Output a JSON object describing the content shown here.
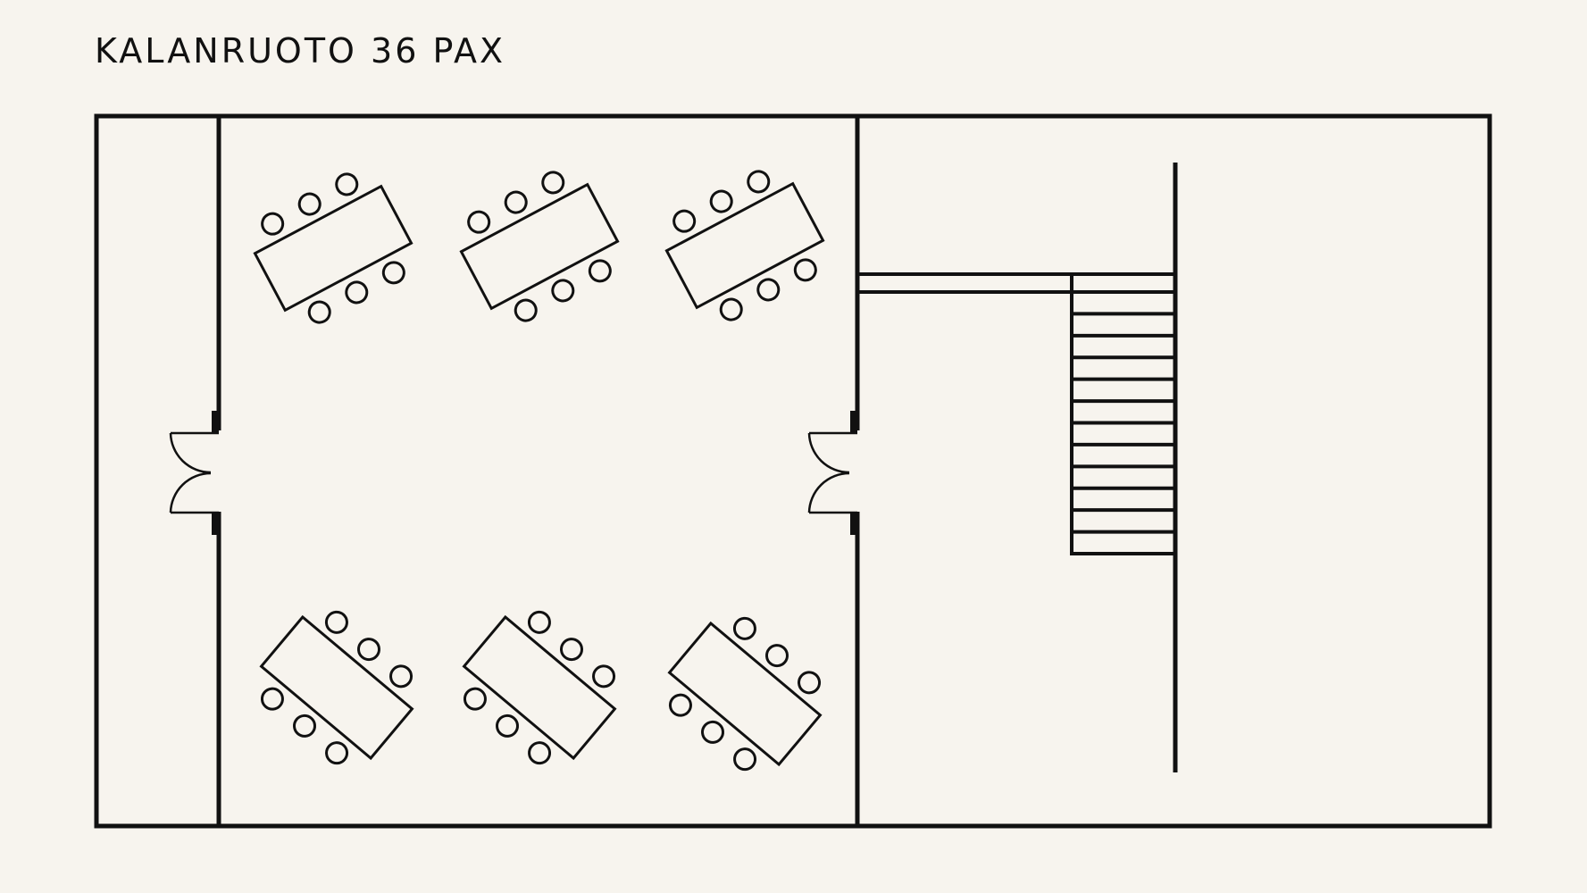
{
  "title": "KALANRUOTO 36 PAX",
  "colors": {
    "background": "#f7f4ee",
    "line": "#111111"
  },
  "floorplan": {
    "tables": [
      {
        "seats_per_side": 3
      },
      {
        "seats_per_side": 3
      },
      {
        "seats_per_side": 3
      },
      {
        "seats_per_side": 3
      },
      {
        "seats_per_side": 3
      },
      {
        "seats_per_side": 3
      }
    ],
    "doors": [
      {
        "type": "double-swing"
      },
      {
        "type": "double-swing"
      }
    ],
    "staircase": {
      "steps": 12
    }
  }
}
